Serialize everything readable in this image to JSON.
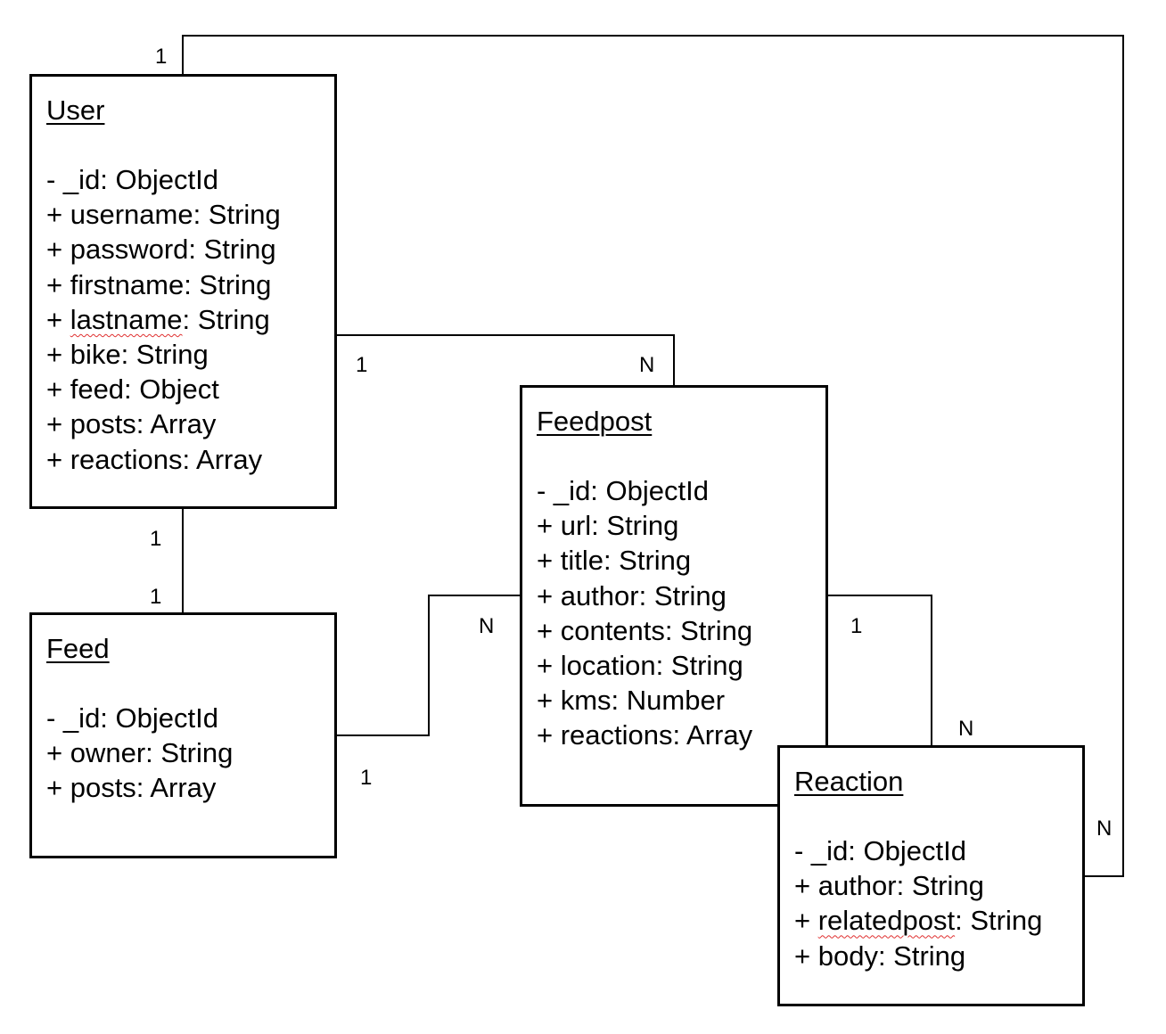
{
  "entities": {
    "user": {
      "title": "User",
      "attributes": [
        "- _id: ObjectId",
        "+ username: String",
        "+ password: String",
        "+ firstname: String",
        "+ lastname: String",
        "+ bike: String",
        "+ feed: Object",
        "+ posts: Array",
        "+ reactions: Array"
      ]
    },
    "feed": {
      "title": "Feed",
      "attributes": [
        "- _id: ObjectId",
        "+ owner: String",
        "+ posts: Array"
      ]
    },
    "feedpost": {
      "title": "Feedpost",
      "attributes": [
        "- _id: ObjectId",
        "+ url: String",
        "+ title: String",
        "+ author: String",
        "+ contents: String",
        "+ location: String",
        "+ kms: Number",
        "+ reactions: Array"
      ]
    },
    "reaction": {
      "title": "Reaction",
      "attributes": [
        "- _id: ObjectId",
        "+ author: String",
        "+ relatedpost: String",
        "+ body: String"
      ]
    }
  },
  "cardinalities": {
    "user_reaction_user_end": "1",
    "user_reaction_reaction_end": "N",
    "user_feedpost_user_end": "1",
    "user_feedpost_feedpost_end": "N",
    "user_feed_user_end": "1",
    "user_feed_feed_end": "1",
    "feed_feedpost_feedpost_end": "N",
    "feed_feedpost_feed_end": "1",
    "feedpost_reaction_feedpost_end": "1",
    "feedpost_reaction_reaction_end": "N"
  }
}
